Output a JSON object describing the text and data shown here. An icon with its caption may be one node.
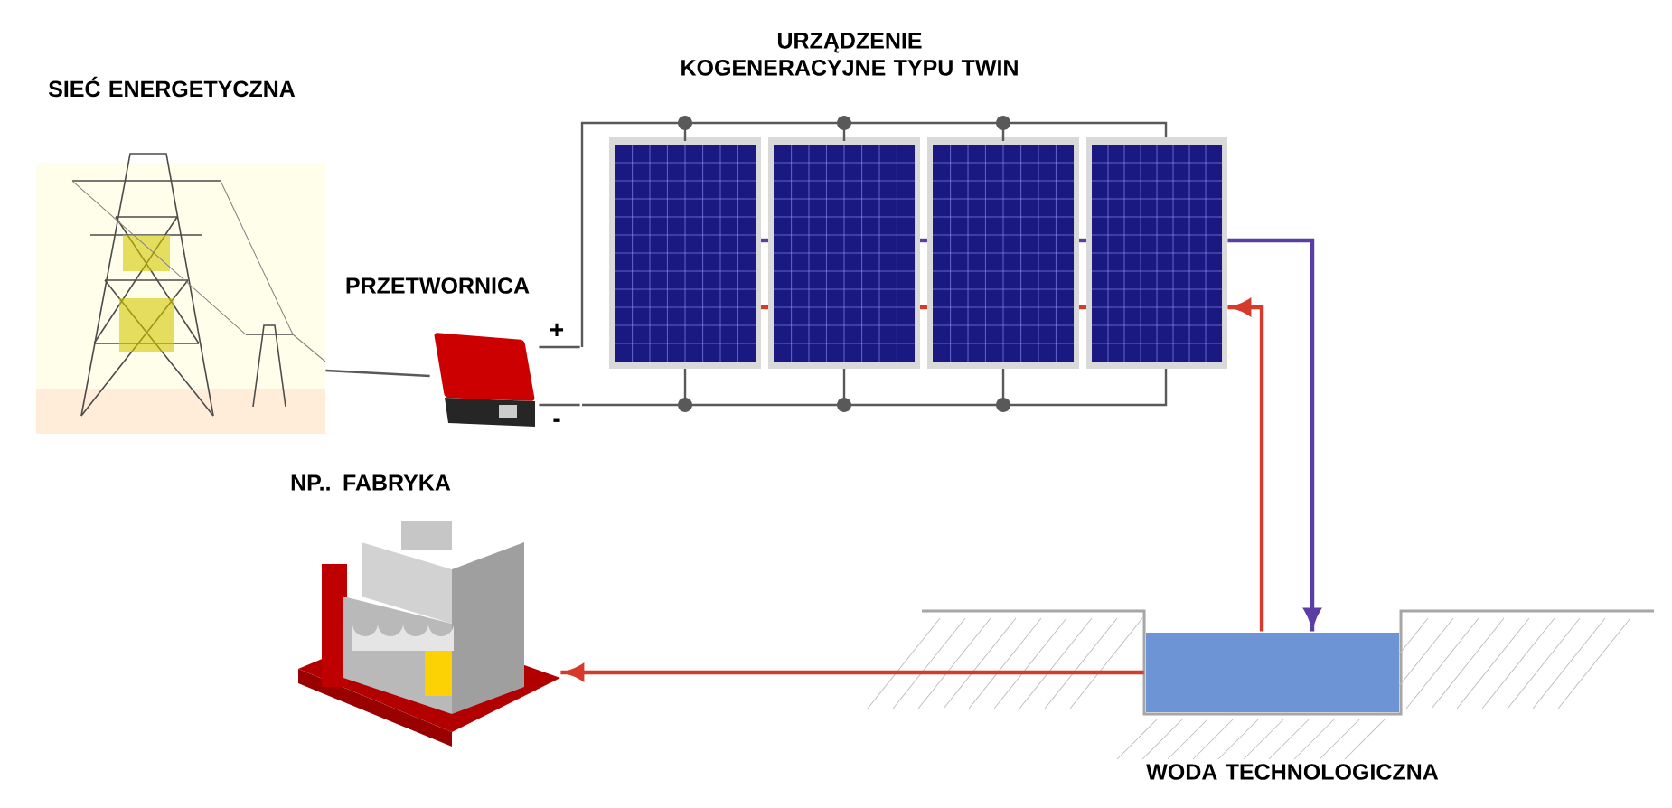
{
  "diagram": {
    "nodes": [
      {
        "text": [
          "SIEĆ ENERGETYCZNA"
        ]
      },
      {
        "text": [
          "PRZETWORNICA"
        ]
      },
      {
        "text": [
          "URZĄDZENIE KOGENERACYJNE TYPU TWIN"
        ]
      },
      {
        "text": [
          "NP.. FABRYKA"
        ]
      },
      {
        "text": [
          "WODA TECHNOLOGICZNA"
        ]
      }
    ],
    "edges": [
      {
        "from": 0,
        "to": 1,
        "arrow": "none"
      },
      {
        "from": 1,
        "to": 2,
        "arrow": "none",
        "label": "+"
      },
      {
        "from": 1,
        "to": 2,
        "arrow": "none",
        "label": "-"
      },
      {
        "from": 2,
        "to": 4,
        "arrow": "to",
        "color": "#5a3ea6"
      },
      {
        "from": 4,
        "to": 2,
        "arrow": "to",
        "color": "#d63a2a"
      },
      {
        "from": 4,
        "to": 3,
        "arrow": "to",
        "color": "#d63a2a"
      }
    ]
  }
}
